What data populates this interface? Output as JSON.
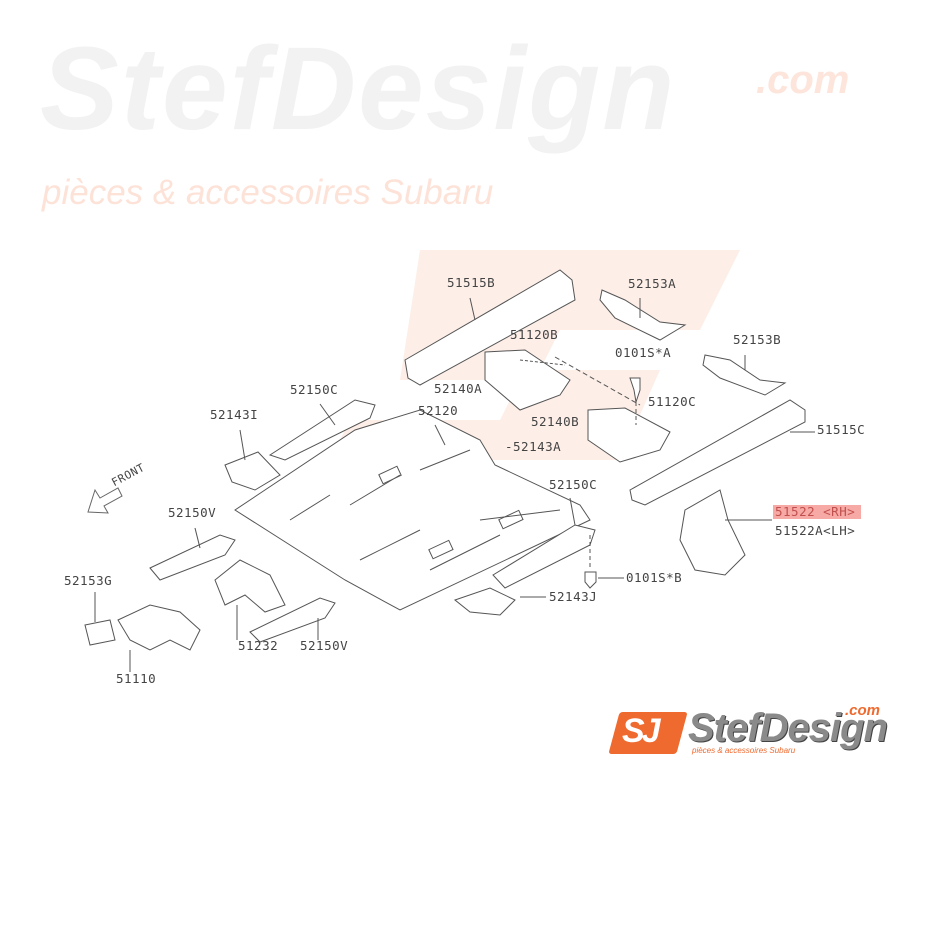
{
  "watermark": {
    "brand": "StefDesign",
    "tagline": "pièces & accessoires Subaru",
    "domain": ".com"
  },
  "logo": {
    "mark": "SJ",
    "name": "StefDesign",
    "domain": ".com",
    "tagline": "pièces & accessoires Subaru"
  },
  "direction_label": "FRONT",
  "labels": {
    "p51515B": "51515B",
    "p52153A": "52153A",
    "p51120B": "51120B",
    "p0101SA": "0101S*A",
    "p52153B": "52153B",
    "p52140A": "52140A",
    "p51120C": "51120C",
    "p52150C_a": "52150C",
    "p52143I": "52143I",
    "p52120": "52120",
    "p52140B": "52140B",
    "p52143A": "-52143A",
    "p51515C": "51515C",
    "p52150C_b": "52150C",
    "p51522": "51522 <RH>",
    "p51522A": "51522A<LH>",
    "p52150V_a": "52150V",
    "p52153G": "52153G",
    "p0101SB": "0101S*B",
    "p52143J": "52143J",
    "p51232": "51232",
    "p52150V_b": "52150V",
    "p51110": "51110"
  },
  "colors": {
    "highlight": "#f7a9a5",
    "brand_orange": "#ee6a2f",
    "line": "#555555"
  }
}
